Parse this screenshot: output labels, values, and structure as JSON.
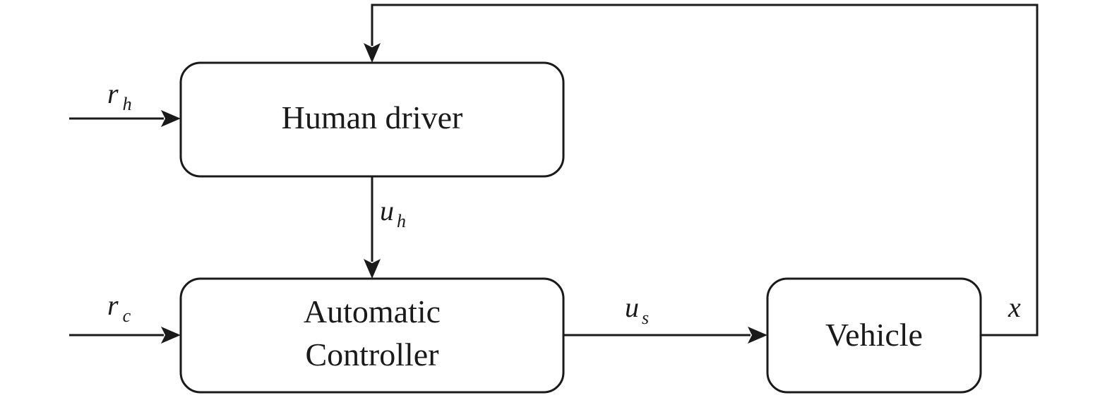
{
  "blocks": {
    "human_driver": "Human driver",
    "automatic_controller": [
      "Automatic",
      "Controller"
    ],
    "vehicle": "Vehicle"
  },
  "signals": {
    "r_h": {
      "main": "r",
      "sub": "h"
    },
    "r_c": {
      "main": "r",
      "sub": "c"
    },
    "u_h": {
      "main": "u",
      "sub": "h"
    },
    "u_s": {
      "main": "u",
      "sub": "s"
    },
    "x": {
      "main": "x"
    }
  }
}
